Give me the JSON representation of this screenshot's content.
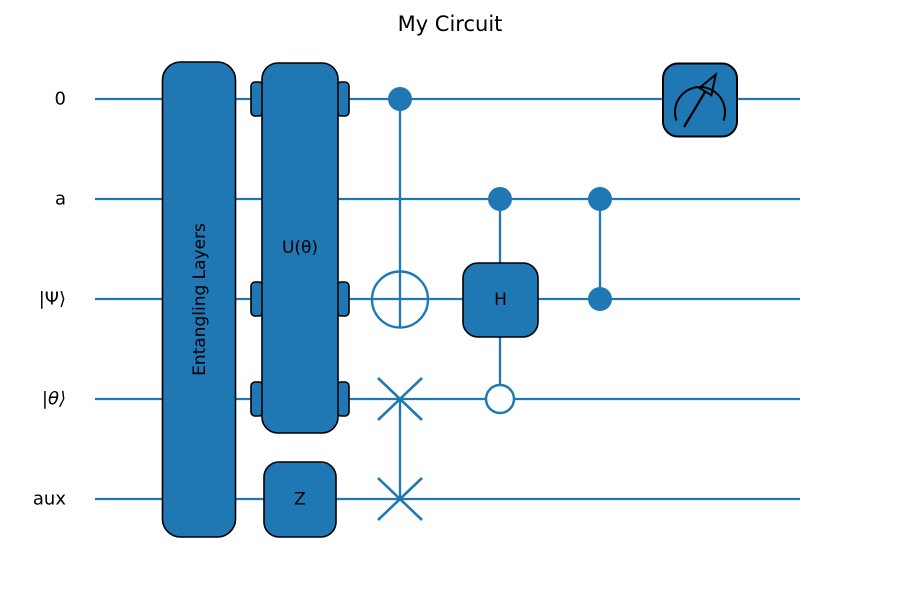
{
  "title": "My Circuit",
  "colors": {
    "primary": "#1f77b4",
    "outline": "#000000",
    "background": "#ffffff"
  },
  "wires": [
    {
      "label": "0"
    },
    {
      "label": "a"
    },
    {
      "label": "|Ψ⟩"
    },
    {
      "label": "|θ⟩"
    },
    {
      "label": "aux"
    }
  ],
  "gates": {
    "entangling": {
      "label": "Entangling Layers",
      "wires": [
        "0",
        "a",
        "|Ψ⟩",
        "|θ⟩",
        "aux"
      ]
    },
    "u_theta": {
      "label": "U(θ)",
      "wires": [
        "0",
        "|Ψ⟩",
        "|θ⟩"
      ],
      "spans_through": [
        "a"
      ]
    },
    "z": {
      "label": "Z",
      "wires": [
        "aux"
      ]
    },
    "cnot": {
      "control": "0",
      "target": "|Ψ⟩"
    },
    "controlled_h": {
      "label": "H",
      "target": "|Ψ⟩",
      "filled_control": "a",
      "open_control": "|θ⟩"
    },
    "cz": {
      "controls": [
        "a",
        "|Ψ⟩"
      ]
    },
    "swap": {
      "wires": [
        "|θ⟩",
        "aux"
      ]
    },
    "measurement": {
      "wire": "0",
      "icon": "gauge-arrow"
    }
  }
}
